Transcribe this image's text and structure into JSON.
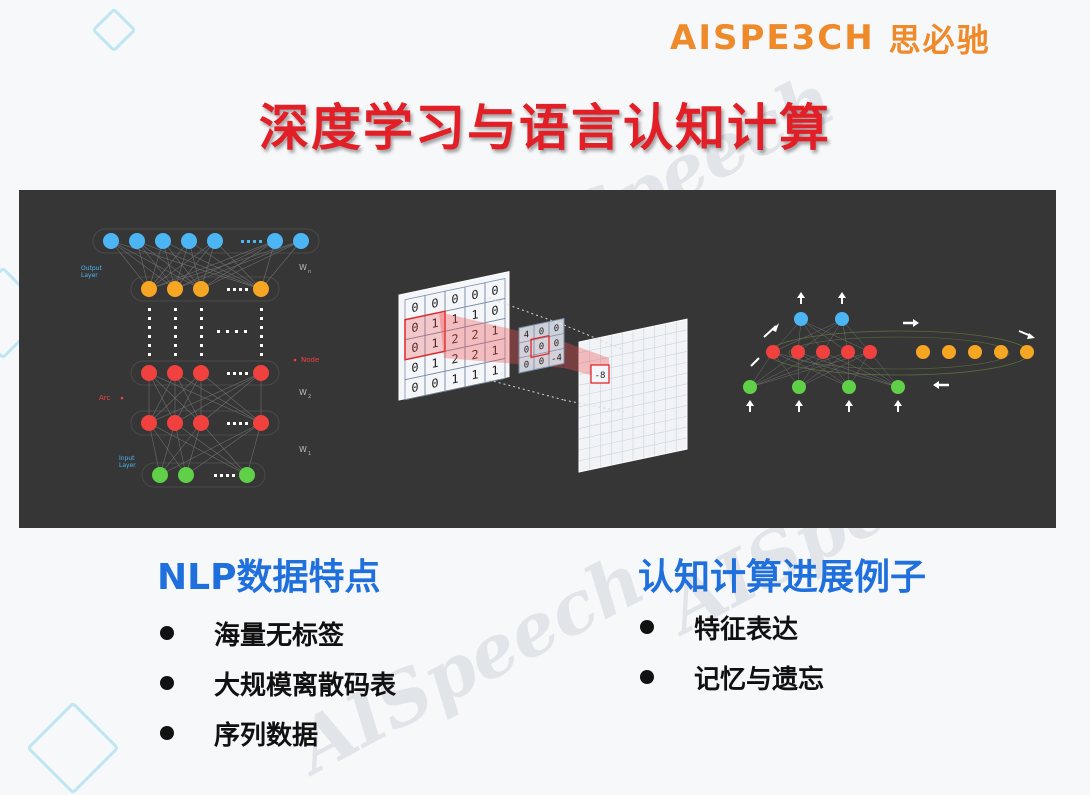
{
  "logo": {
    "latin": "AISPE3CH",
    "chinese": "思必驰",
    "color": "#ef8a2b"
  },
  "title": "深度学习与语言认知计算",
  "figure": {
    "nn": {
      "output_layer": "Output\nLayer",
      "input_layer": "Input\nLayer",
      "node_label": "Node",
      "arc_label": "Arc",
      "weights": [
        "W",
        "W",
        "W"
      ],
      "weight_subscripts": [
        "n",
        "2",
        "1"
      ]
    },
    "cnn": {
      "input_grid": [
        [
          "0",
          "0",
          "0",
          "0",
          "0"
        ],
        [
          "0",
          "1",
          "1",
          "1",
          "0"
        ],
        [
          "0",
          "1",
          "2",
          "2",
          "1"
        ],
        [
          "0",
          "1",
          "2",
          "2",
          "1"
        ],
        [
          "0",
          "0",
          "1",
          "1",
          "1"
        ]
      ],
      "kernel": [
        [
          "4",
          "0",
          "0"
        ],
        [
          "0",
          "0",
          "0"
        ],
        [
          "0",
          "0",
          "-4"
        ]
      ],
      "result": "-8"
    }
  },
  "watermark": "AISpeech",
  "left_section": {
    "title": "NLP数据特点",
    "items": [
      "海量无标签",
      "大规模离散码表",
      "序列数据"
    ]
  },
  "right_section": {
    "title": "认知计算进展例子",
    "items": [
      "特征表达",
      "记忆与遗忘"
    ]
  },
  "colors": {
    "title": "#e21f26",
    "section": "#1f6fdc",
    "blue_node": "#4cb6f5",
    "orange_node": "#f6a623",
    "red_node": "#f0413f",
    "green_node": "#5fd047"
  }
}
